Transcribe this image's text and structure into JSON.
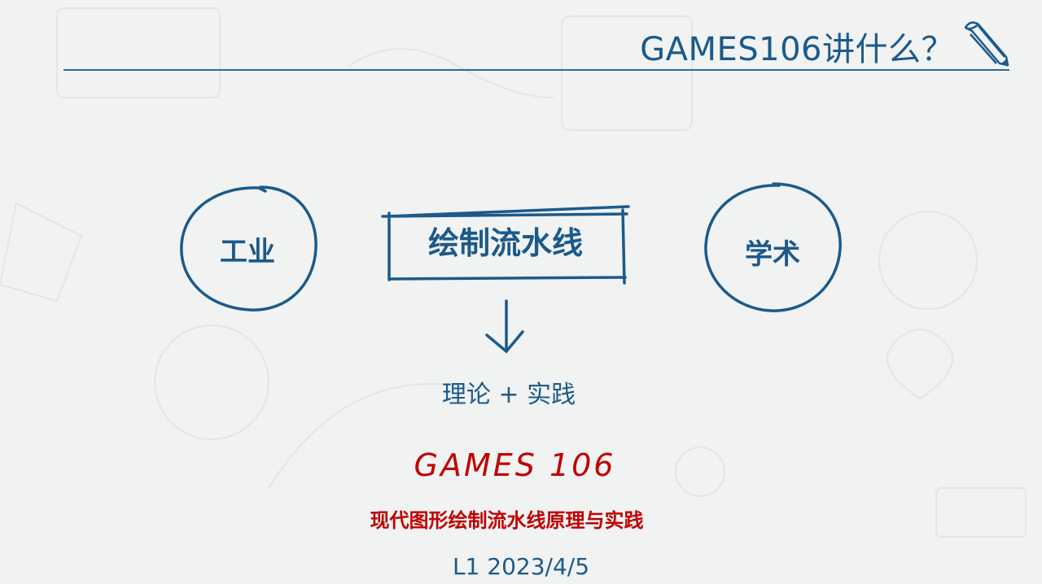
{
  "header": {
    "title": "GAMES106讲什么？"
  },
  "diagram": {
    "left_circle": "工业",
    "center_box": "绘制流水线",
    "right_circle": "学术",
    "below_arrow": "理论 + 实践"
  },
  "footer": {
    "course_code": "GAMES 106",
    "course_name": "现代图形绘制流水线原理与实践",
    "lecture_date": "L1 2023/4/5"
  },
  "colors": {
    "primary": "#1b5a8a",
    "accent": "#c00000",
    "background": "#f1f2f2"
  }
}
